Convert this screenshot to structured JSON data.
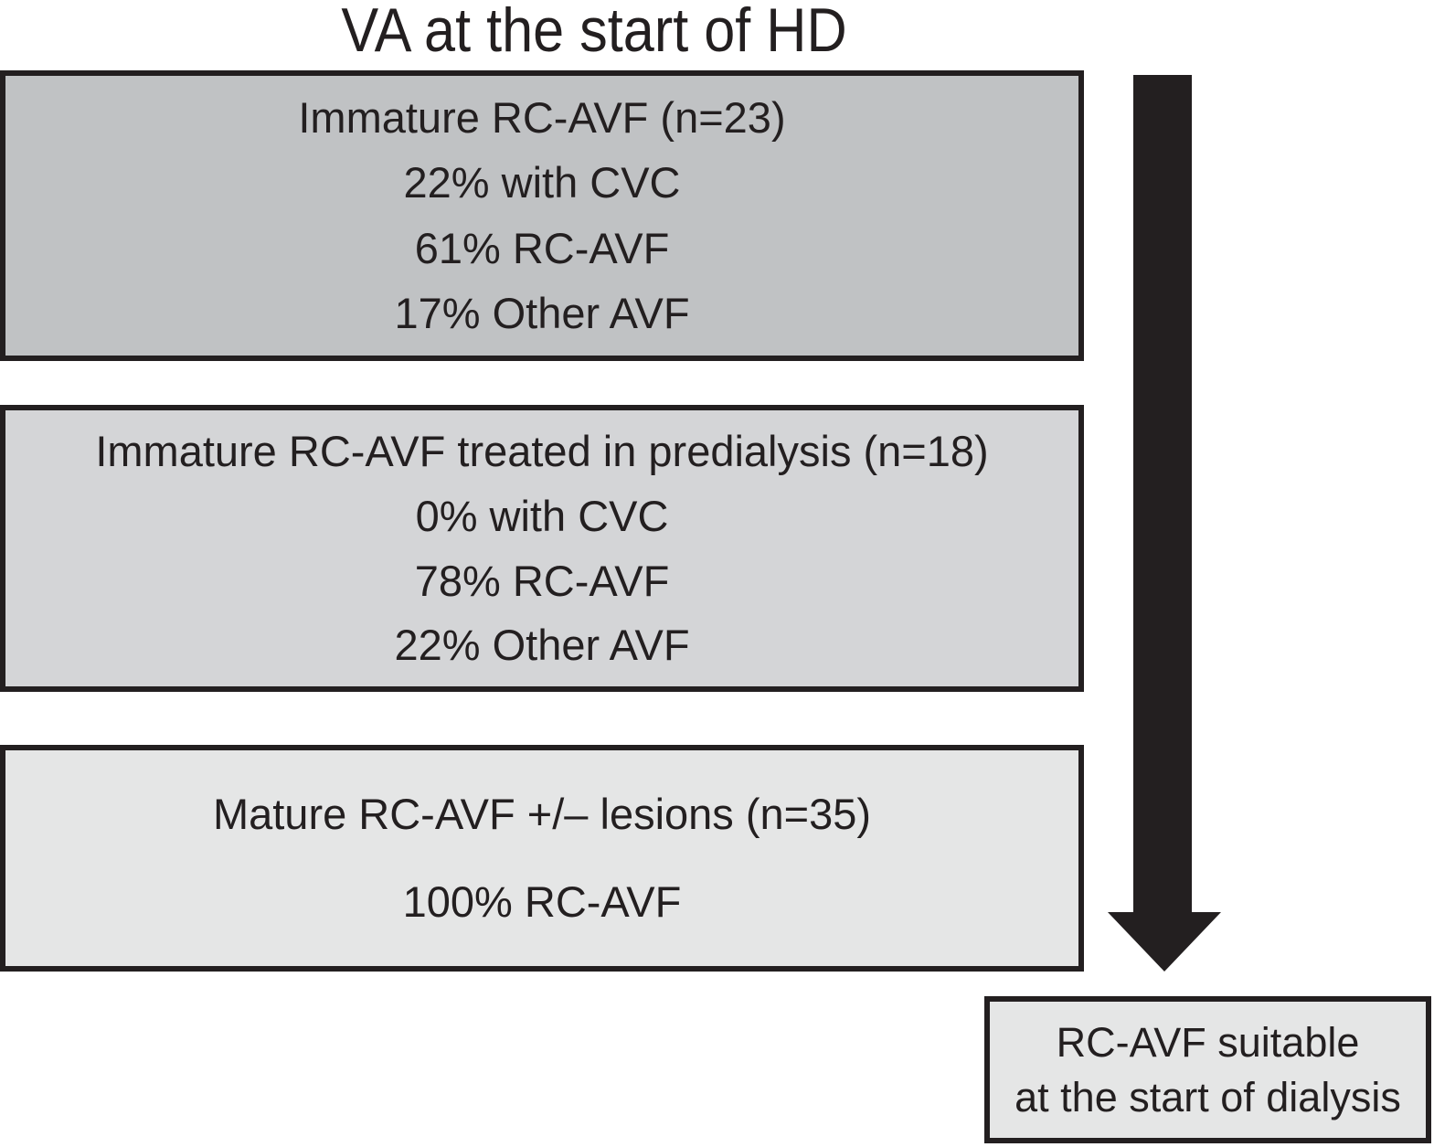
{
  "figure": {
    "title": "VA at the start of HD"
  },
  "boxes": [
    {
      "heading": "Immature RC-AVF (n=23)",
      "lines": [
        "22% with CVC",
        "61% RC-AVF",
        "17% Other AVF"
      ],
      "bg": "#c0c2c4"
    },
    {
      "heading": "Immature RC-AVF treated in predialysis (n=18)",
      "lines": [
        "0% with CVC",
        "78% RC-AVF",
        "22% Other AVF"
      ],
      "bg": "#d4d5d7"
    },
    {
      "heading": "Mature RC-AVF +/– lesions (n=35)",
      "lines": [
        "100% RC-AVF"
      ],
      "bg": "#e5e6e6"
    }
  ],
  "arrow": {
    "name": "down-arrow",
    "color": "#231f20"
  },
  "result_box": {
    "lines": [
      "RC-AVF suitable",
      "at the start of dialysis"
    ],
    "bg": "#e5e6e6"
  },
  "colors": {
    "border": "#231f20",
    "text": "#231f20",
    "background": "#ffffff"
  }
}
